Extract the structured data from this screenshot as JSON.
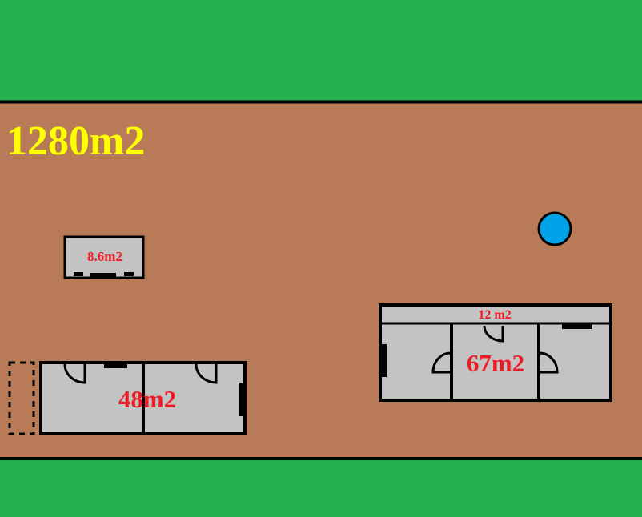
{
  "colors": {
    "grass": "#22b14c",
    "plot": "#b97a57",
    "building": "#c3c3c3",
    "outline": "#000000",
    "total_area_text": "#ffff00",
    "room_area_text": "#ed1c24",
    "water_marker": "#00a2e8"
  },
  "plot": {
    "total_area": "1280m2"
  },
  "buildings": {
    "small_shed": {
      "area": "8.6m2"
    },
    "left_house": {
      "area": "48m2"
    },
    "right_house": {
      "area": "67m2",
      "porch_area": "12 m2"
    }
  },
  "markers": {
    "water_point": "circle"
  }
}
